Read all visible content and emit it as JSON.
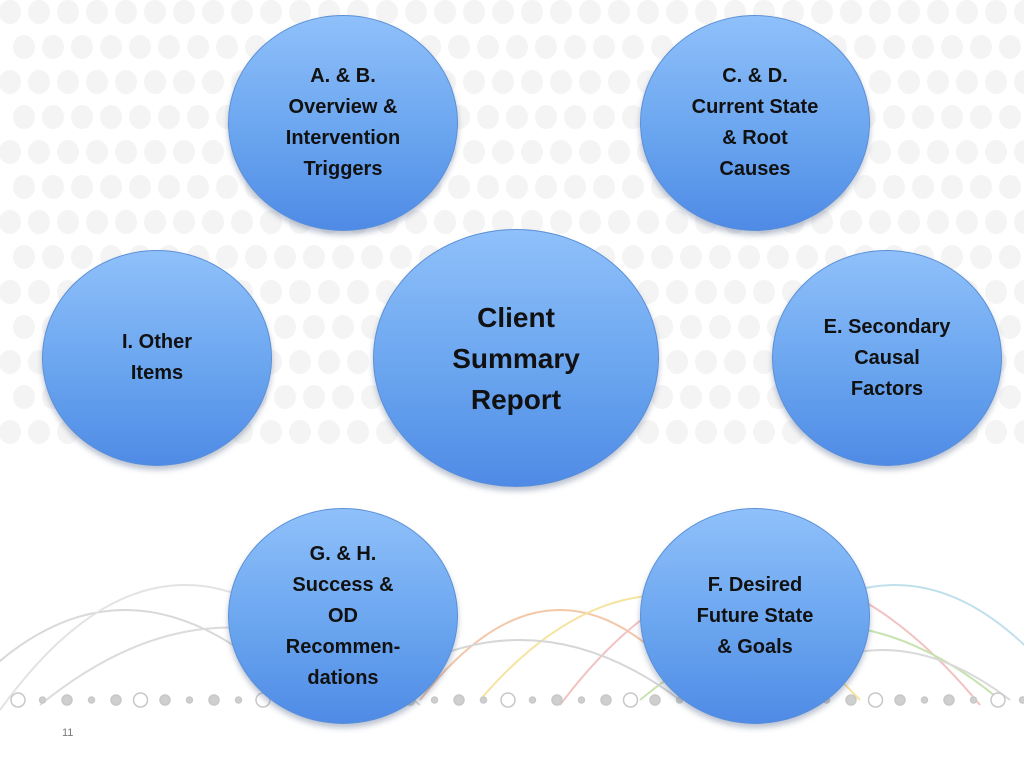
{
  "slide": {
    "page_number": "11",
    "center": {
      "label": "Client\nSummary\nReport"
    },
    "sections": {
      "ab": {
        "label": "A. & B.\nOverview &\nIntervention\nTriggers"
      },
      "cd": {
        "label": "C. & D.\nCurrent State\n& Root\nCauses"
      },
      "e": {
        "label": "E. Secondary\nCausal\nFactors"
      },
      "f": {
        "label": "F. Desired\nFuture State\n& Goals"
      },
      "gh": {
        "label": "G. & H.\nSuccess &\nOD\nRecommen-\ndations"
      },
      "i": {
        "label": "I. Other\nItems"
      }
    },
    "colors": {
      "bubble_fill_top": "#8fc0fa",
      "bubble_fill_bottom": "#4f8be6",
      "bubble_border": "#5b8fd6",
      "text": "#111111"
    }
  }
}
